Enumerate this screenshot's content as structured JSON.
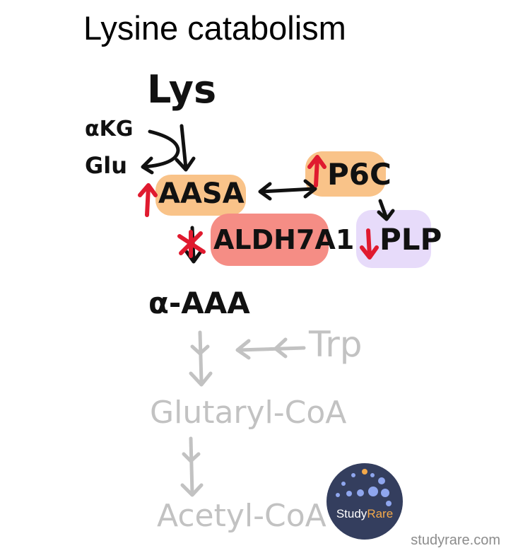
{
  "title": "Lysine catabolism",
  "watermark": "studyrare.com",
  "logo": {
    "text_main": "Study",
    "text_accent": "Rare"
  },
  "nodes": {
    "lys": "Lys",
    "akg": "αKG",
    "glu": "Glu",
    "aasa": "AASA",
    "p6c": "P6C",
    "plp": "PLP",
    "aldh7a1": "ALDH7A1",
    "aaa": "α-AAA",
    "trp": "Trp",
    "glutaryl_coa": "Glutaryl-CoA",
    "acetyl_coa": "Acetyl-CoA"
  },
  "colors": {
    "aasa_highlight": "#f9c389",
    "p6c_highlight": "#f9c389",
    "plp_highlight": "#e7dbfa",
    "aldh7a1_highlight": "#f58d85",
    "up_arrow": "#e01a2f",
    "down_arrow": "#e01a2f",
    "block_mark": "#e01a2f",
    "faded_pathway": "#c2c2c2"
  },
  "indicators": {
    "aasa": "up",
    "p6c": "up",
    "plp": "down",
    "aldh7a1": "blocked"
  }
}
